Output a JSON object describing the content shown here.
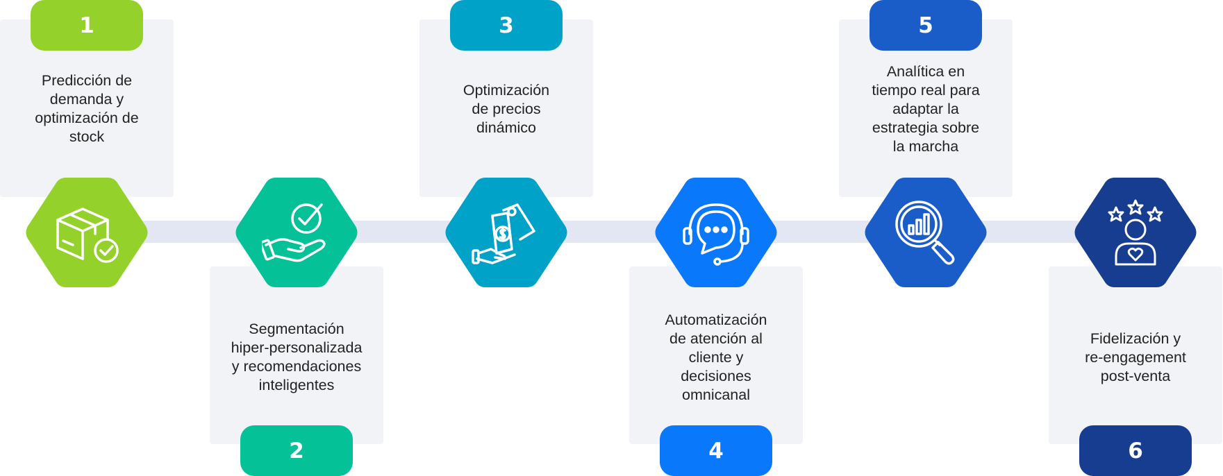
{
  "steps": [
    {
      "number": "1",
      "text": "Predicción de\ndemanda y\noptimización de\nstock",
      "color": "#95d12b",
      "icon": "box-check-icon",
      "position": "top"
    },
    {
      "number": "2",
      "text": "Segmentación\nhiper-personalizada\ny recomendaciones\ninteligentes",
      "color": "#05c198",
      "icon": "hand-check-icon",
      "position": "bottom"
    },
    {
      "number": "3",
      "text": "Optimización\nde precios\ndinámico",
      "color": "#00a2c7",
      "icon": "hand-price-tag-icon",
      "position": "top"
    },
    {
      "number": "4",
      "text": "Automatización\nde atención al\ncliente y\ndecisiones\nomnicanal",
      "color": "#0a78fa",
      "icon": "headset-chat-icon",
      "position": "bottom"
    },
    {
      "number": "5",
      "text": "Analítica en\ntiempo real para\nadaptar la\nestrategia sobre\nla marcha",
      "color": "#1a5dc9",
      "icon": "magnifier-chart-icon",
      "position": "top"
    },
    {
      "number": "6",
      "text": "Fidelización y\nre-engagement\npost-venta",
      "color": "#163d8f",
      "icon": "user-stars-icon",
      "position": "bottom"
    }
  ],
  "timeline_color": "#e3e6f3",
  "card_color": "#f2f3f7"
}
